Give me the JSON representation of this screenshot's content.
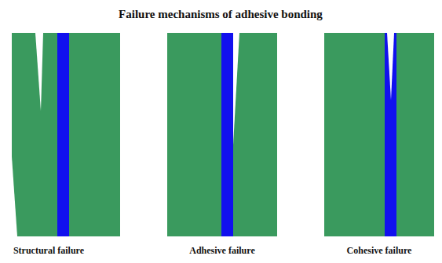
{
  "diagram": {
    "title": "Failure mechanisms of adhesive bonding",
    "labels": [
      "Structural failure",
      "Adhesive failure",
      "Cohesive failure"
    ]
  }
}
